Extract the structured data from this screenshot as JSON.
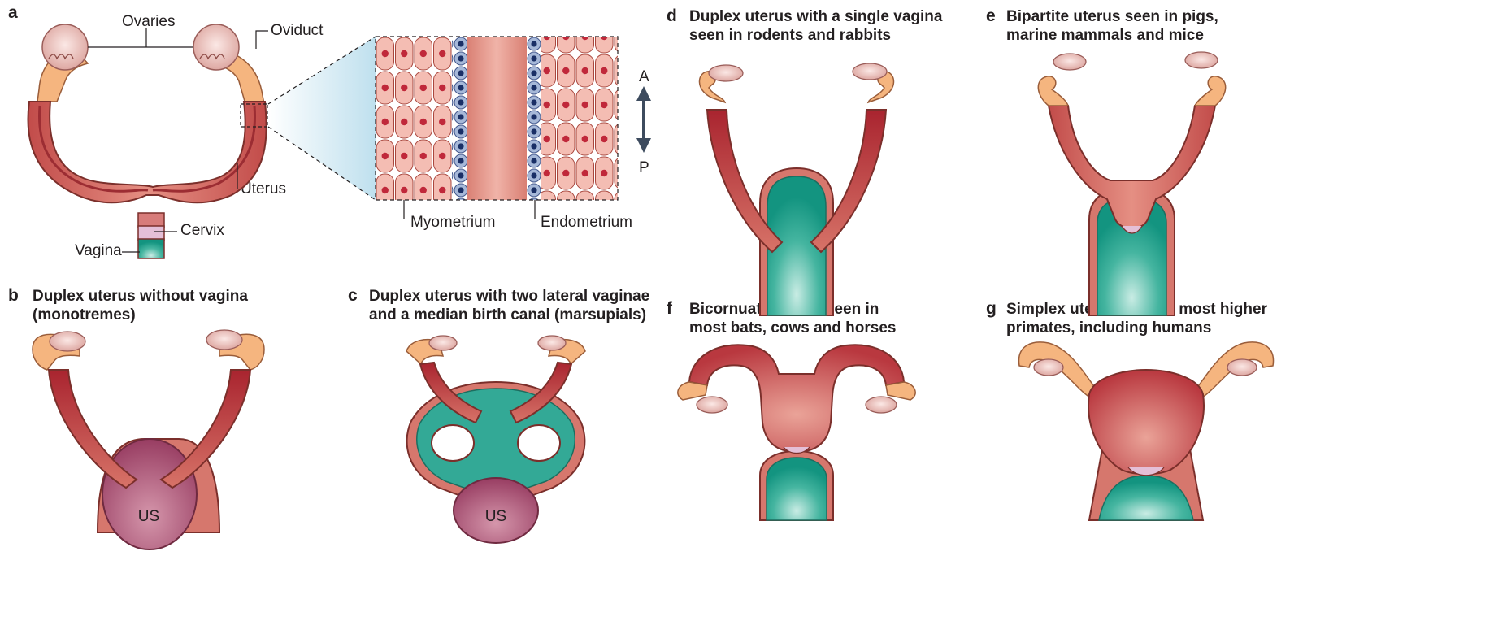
{
  "panels": {
    "a": {
      "letter": "a"
    },
    "b": {
      "letter": "b",
      "title_line1": "Duplex uterus without vagina",
      "title_line2": "(monotremes)"
    },
    "c": {
      "letter": "c",
      "title_line1": "Duplex uterus with two lateral vaginae",
      "title_line2": "and a median birth canal (marsupials)"
    },
    "d": {
      "letter": "d",
      "title_line1": "Duplex uterus with a single vagina",
      "title_line2": "seen in rodents and rabbits"
    },
    "e": {
      "letter": "e",
      "title_line1": "Bipartite uterus seen in pigs,",
      "title_line2": "marine mammals and mice"
    },
    "f": {
      "letter": "f",
      "title_line1": "Bicornuate uterus seen in",
      "title_line2": "most bats, cows and horses"
    },
    "g": {
      "letter": "g",
      "title_line1": "Simplex uterus seen in most higher",
      "title_line2": "primates, including humans"
    }
  },
  "labels": {
    "ovaries": "Ovaries",
    "oviduct": "Oviduct",
    "uterus": "Uterus",
    "cervix": "Cervix",
    "vagina": "Vagina",
    "myometrium": "Myometrium",
    "endometrium": "Endometrium",
    "axis_a": "A",
    "axis_p": "P",
    "us_b": "US",
    "us_c": "US"
  },
  "colors": {
    "uterus": "#c9605a",
    "uterus_dark": "#a82232",
    "oviduct": "#f2b77e",
    "ovary": "#efc9c4",
    "vagina": "#2aa38f",
    "urogenital_sinus": "#a84a6c",
    "cervix": "#e7c0d6",
    "myometrium_cell": "#f2b8ae",
    "endometrium_cell": "#9aaed0",
    "outline": "#7a3a33"
  }
}
